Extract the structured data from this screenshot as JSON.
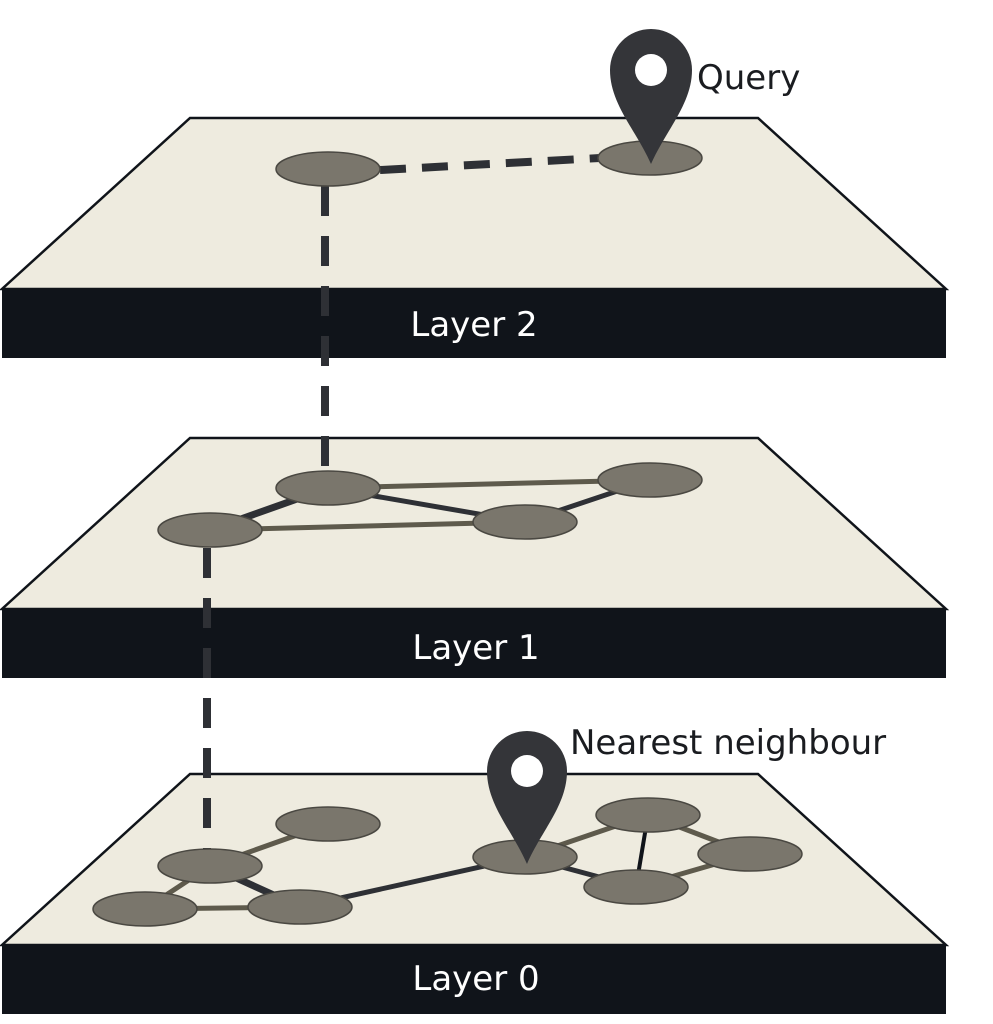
{
  "layers": [
    {
      "id": "layer-2",
      "label": "Layer 2"
    },
    {
      "id": "layer-1",
      "label": "Layer 1"
    },
    {
      "id": "layer-0",
      "label": "Layer 0"
    }
  ],
  "markers": {
    "query": {
      "label": "Query"
    },
    "nearest": {
      "label": "Nearest neighbour"
    }
  },
  "colors": {
    "plane_fill": "#eeebdf",
    "band_fill": "#10141a",
    "node_fill": "#7a766c",
    "node_stroke": "#4a4842",
    "edge_dark": "#2e3035",
    "edge_olive": "#5e5a4c",
    "pin_fill": "#343539"
  },
  "icons": [
    "map-pin-icon"
  ]
}
